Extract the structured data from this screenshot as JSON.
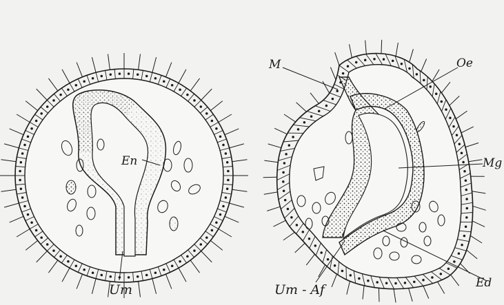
{
  "labels": {
    "en": "En",
    "um_left": "Um",
    "m": "M",
    "oe": "Oe",
    "mg": "Mg",
    "um_af": "Um - Af",
    "ed": "Ed"
  },
  "colors": {
    "background": "#f2f2f0",
    "ink": "#1a1a1a"
  }
}
